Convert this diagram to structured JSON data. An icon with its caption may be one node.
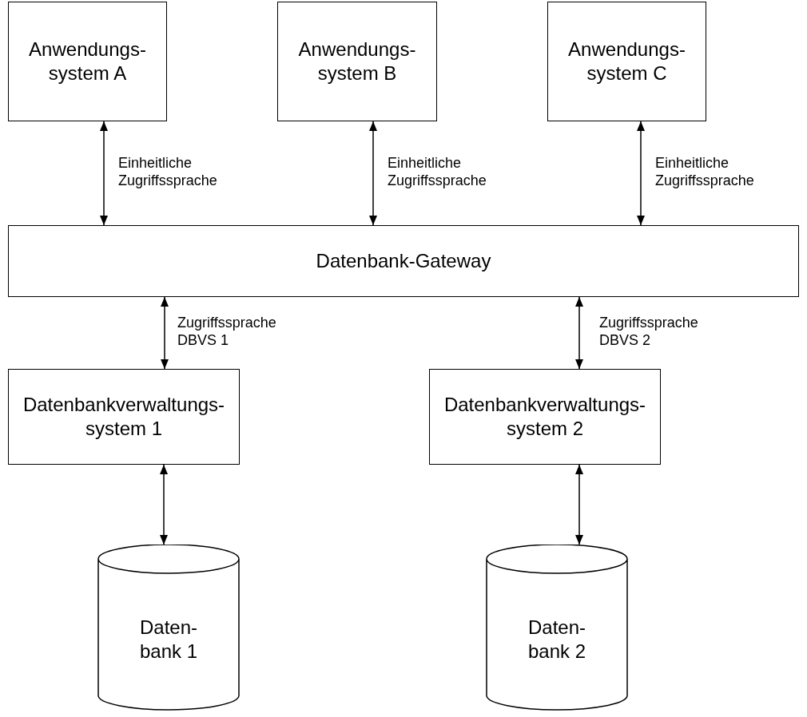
{
  "diagram": {
    "nodes": [
      {
        "text": [
          "Anwendungs- system A"
        ]
      },
      {
        "text": [
          "Anwendungs- system B"
        ]
      },
      {
        "text": [
          "Anwendungs- system C"
        ]
      },
      {
        "text": [
          "Datenbank-Gateway"
        ]
      },
      {
        "text": [
          "Datenbankverwaltungs- system 1"
        ]
      },
      {
        "text": [
          "Datenbankverwaltungs- system 2"
        ]
      },
      {
        "text": [
          "Daten- bank 1"
        ]
      },
      {
        "text": [
          "Daten- bank 2"
        ]
      }
    ],
    "edges": [
      {
        "from": 0,
        "to": 3,
        "arrow": "both",
        "label": "Einheitliche Zugriffssprache"
      },
      {
        "from": 1,
        "to": 3,
        "arrow": "both",
        "label": "Einheitliche Zugriffssprache"
      },
      {
        "from": 2,
        "to": 3,
        "arrow": "both",
        "label": "Einheitliche Zugriffssprache"
      },
      {
        "from": 3,
        "to": 4,
        "arrow": "both",
        "label": "Zugriffssprache DBVS 1"
      },
      {
        "from": 3,
        "to": 5,
        "arrow": "both",
        "label": "Zugriffssprache DBVS 2"
      },
      {
        "from": 4,
        "to": 6,
        "arrow": "both"
      },
      {
        "from": 5,
        "to": 7,
        "arrow": "both"
      }
    ]
  }
}
